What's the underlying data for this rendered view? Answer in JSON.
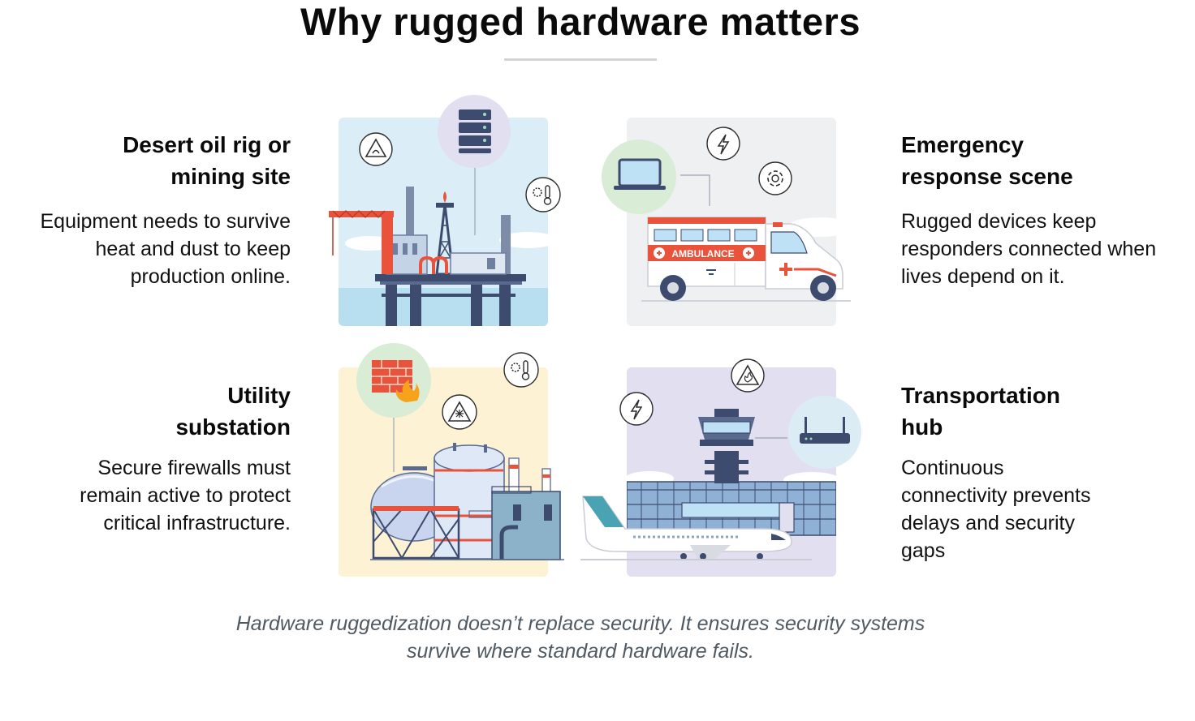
{
  "page": {
    "title": "Why rugged hardware matters",
    "footer": "Hardware ruggedization doesn’t replace security. It ensures security systems survive where standard hardware fails."
  },
  "colors": {
    "oil_tile": "#dbeef8",
    "ambulance_tile": "#eef0f2",
    "utility_tile": "#fdf2d3",
    "transport_tile": "#e2dff0",
    "accent_red": "#e9533b",
    "navy": "#3d4b6e"
  },
  "cards": [
    {
      "id": "oil",
      "heading_lines": [
        "Desert oil rig or",
        "mining site"
      ],
      "description_lines": [
        "Equipment needs to survive",
        "heat and dust to keep",
        "production online."
      ],
      "icons": [
        "server-icon",
        "hazard-icon",
        "temperature-gear-icon"
      ],
      "ambulance_label": ""
    },
    {
      "id": "emergency",
      "heading_lines": [
        "Emergency",
        "response scene"
      ],
      "description_lines": [
        "Rugged devices keep",
        "responders connected when",
        "lives depend on it."
      ],
      "icons": [
        "laptop-icon",
        "lightning-icon",
        "shock-icon"
      ],
      "ambulance_label": "AMBULANCE"
    },
    {
      "id": "utility",
      "heading_lines": [
        "Utility",
        "substation"
      ],
      "description_lines": [
        "Secure firewalls must",
        "remain active to protect",
        "critical infrastructure."
      ],
      "icons": [
        "firewall-icon",
        "temperature-gear-icon",
        "cold-warning-icon"
      ]
    },
    {
      "id": "transport",
      "heading_lines": [
        "Transportation",
        "hub"
      ],
      "description_lines": [
        "Continuous",
        "connectivity prevents",
        "delays and security",
        "gaps"
      ],
      "icons": [
        "router-icon",
        "lightning-icon",
        "fire-warning-icon"
      ]
    }
  ]
}
